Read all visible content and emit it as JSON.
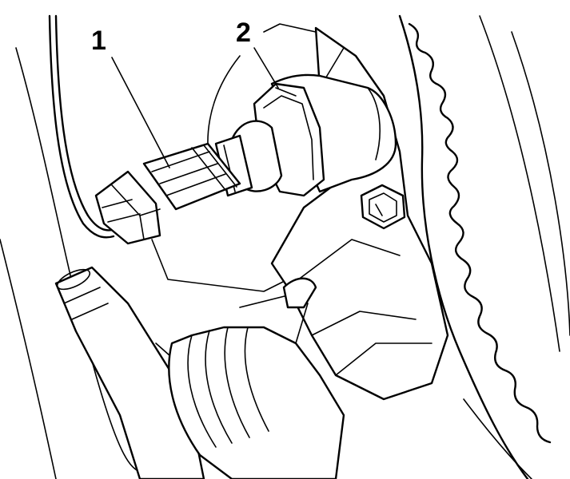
{
  "callouts": [
    {
      "number": "1",
      "part": "connector"
    },
    {
      "number": "2",
      "part": "sensor"
    }
  ],
  "colors": {
    "line": "#000000",
    "background": "#ffffff"
  }
}
